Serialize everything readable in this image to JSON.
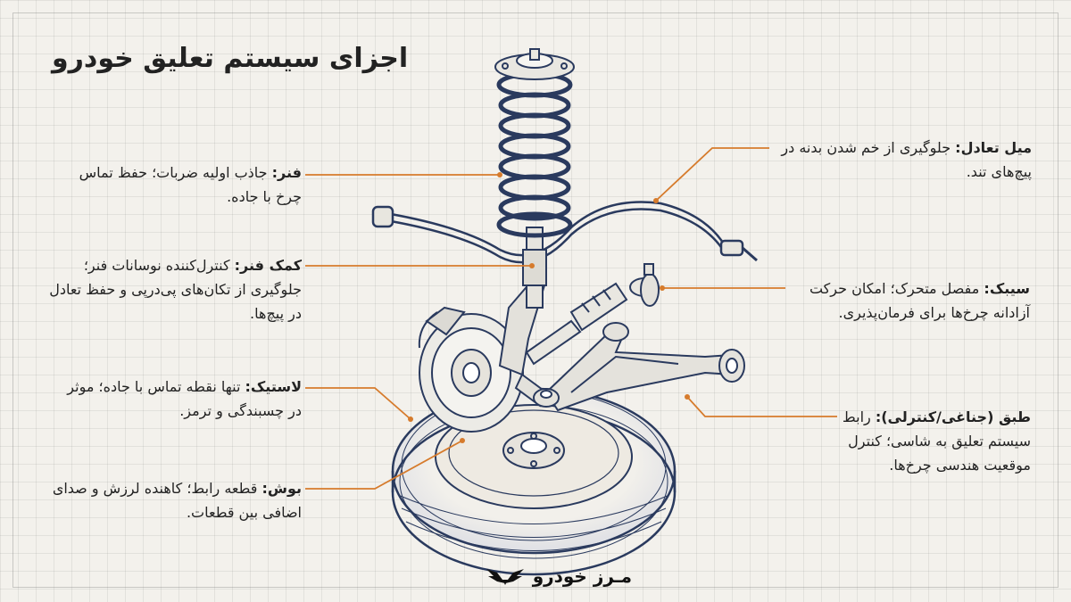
{
  "title": "اجزای سیستم تعلیق خودرو",
  "brand": "مـرز خودرو",
  "colors": {
    "leader": "#d67b2c",
    "ink": "#2a3a5e",
    "accent": "#1e1e1e"
  },
  "labels": {
    "spring": {
      "name": "فنر:",
      "desc": " جاذب اولیه ضربات؛ حفظ تماس چرخ با جاده."
    },
    "shock": {
      "name": "کمک فنر:",
      "desc": " کنترل‌کننده نوسانات فنر؛ جلوگیری از تکان‌های پی‌درپی و حفظ تعادل در پیچ‌ها."
    },
    "tire": {
      "name": "لاستیک:",
      "desc": " تنها نقطه تماس با جاده؛ موثر در چسبندگی و ترمز."
    },
    "bushing": {
      "name": "بوش:",
      "desc": " قطعه رابط؛ کاهنده لرزش و صدای اضافی بین قطعات."
    },
    "sway_bar": {
      "name": "میل تعادل:",
      "desc": " جلوگیری از خم شدن بدنه در پیچ‌های تند."
    },
    "ball_joint": {
      "name": "سیبک:",
      "desc": " مفصل متحرک؛ امکان حرکت آزادانه چرخ‌ها برای فرمان‌پذیری."
    },
    "control_arm": {
      "name": "طبق (جناغی/کنترلی):",
      "desc": " رابط سیستم تعلیق به شاسی؛ کنترل موقعیت هندسی چرخ‌ها."
    }
  }
}
